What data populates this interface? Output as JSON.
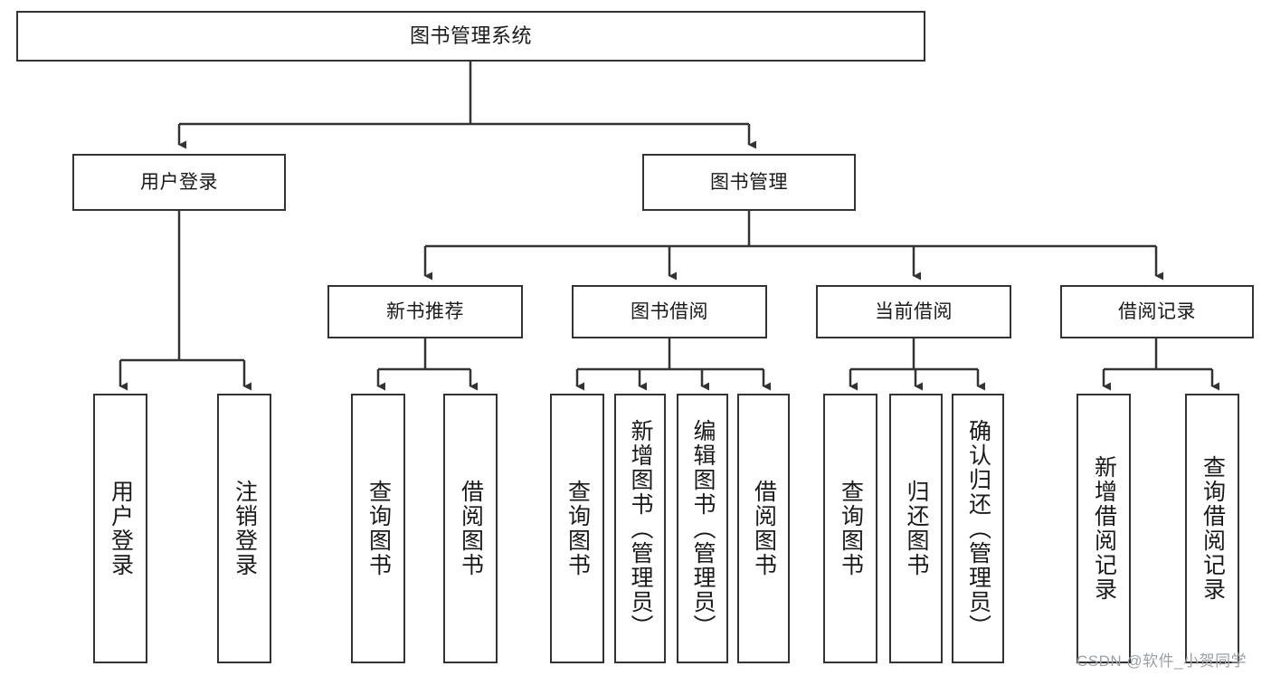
{
  "diagram": {
    "title": "图书管理系统",
    "type": "hierarchy-tree",
    "levels": 4,
    "colors": {
      "box_border": "#333333",
      "box_fill": "#ffffff",
      "edge": "#333333",
      "text": "#1a1a1a",
      "watermark": "#9aa0a6",
      "background": "#ffffff"
    }
  },
  "root": {
    "label": "图书管理系统"
  },
  "level2": [
    {
      "label": "用户登录"
    },
    {
      "label": "图书管理"
    }
  ],
  "level3": [
    {
      "label": "新书推荐"
    },
    {
      "label": "图书借阅"
    },
    {
      "label": "当前借阅"
    },
    {
      "label": "借阅记录"
    }
  ],
  "leaves": {
    "user_login": [
      {
        "label": "用户登录"
      },
      {
        "label": "注销登录"
      }
    ],
    "new_book_recommend": [
      {
        "label": "查询图书"
      },
      {
        "label": "借阅图书"
      }
    ],
    "book_borrow": [
      {
        "label": "查询图书"
      },
      {
        "label": "新增图书（管理员）"
      },
      {
        "label": "编辑图书（管理员）"
      },
      {
        "label": "借阅图书"
      }
    ],
    "current_borrow": [
      {
        "label": "查询图书"
      },
      {
        "label": "归还图书"
      },
      {
        "label": "确认归还（管理员）"
      }
    ],
    "borrow_record": [
      {
        "label": "新增借阅记录"
      },
      {
        "label": "查询借阅记录"
      }
    ]
  },
  "watermark": {
    "text": "CSDN @软件_小贺同学"
  },
  "chart_data": {
    "type": "tree",
    "title": "图书管理系统",
    "nodes": [
      {
        "id": "root",
        "label": "图书管理系统",
        "level": 0,
        "parent": null
      },
      {
        "id": "n1",
        "label": "用户登录",
        "level": 1,
        "parent": "root"
      },
      {
        "id": "n2",
        "label": "图书管理",
        "level": 1,
        "parent": "root"
      },
      {
        "id": "n1a",
        "label": "用户登录",
        "level": 2,
        "parent": "n1"
      },
      {
        "id": "n1b",
        "label": "注销登录",
        "level": 2,
        "parent": "n1"
      },
      {
        "id": "n2a",
        "label": "新书推荐",
        "level": 2,
        "parent": "n2"
      },
      {
        "id": "n2b",
        "label": "图书借阅",
        "level": 2,
        "parent": "n2"
      },
      {
        "id": "n2c",
        "label": "当前借阅",
        "level": 2,
        "parent": "n2"
      },
      {
        "id": "n2d",
        "label": "借阅记录",
        "level": 2,
        "parent": "n2"
      },
      {
        "id": "n2a1",
        "label": "查询图书",
        "level": 3,
        "parent": "n2a"
      },
      {
        "id": "n2a2",
        "label": "借阅图书",
        "level": 3,
        "parent": "n2a"
      },
      {
        "id": "n2b1",
        "label": "查询图书",
        "level": 3,
        "parent": "n2b"
      },
      {
        "id": "n2b2",
        "label": "新增图书（管理员）",
        "level": 3,
        "parent": "n2b"
      },
      {
        "id": "n2b3",
        "label": "编辑图书（管理员）",
        "level": 3,
        "parent": "n2b"
      },
      {
        "id": "n2b4",
        "label": "借阅图书",
        "level": 3,
        "parent": "n2b"
      },
      {
        "id": "n2c1",
        "label": "查询图书",
        "level": 3,
        "parent": "n2c"
      },
      {
        "id": "n2c2",
        "label": "归还图书",
        "level": 3,
        "parent": "n2c"
      },
      {
        "id": "n2c3",
        "label": "确认归还（管理员）",
        "level": 3,
        "parent": "n2c"
      },
      {
        "id": "n2d1",
        "label": "新增借阅记录",
        "level": 3,
        "parent": "n2d"
      },
      {
        "id": "n2d2",
        "label": "查询借阅记录",
        "level": 3,
        "parent": "n2d"
      }
    ]
  }
}
